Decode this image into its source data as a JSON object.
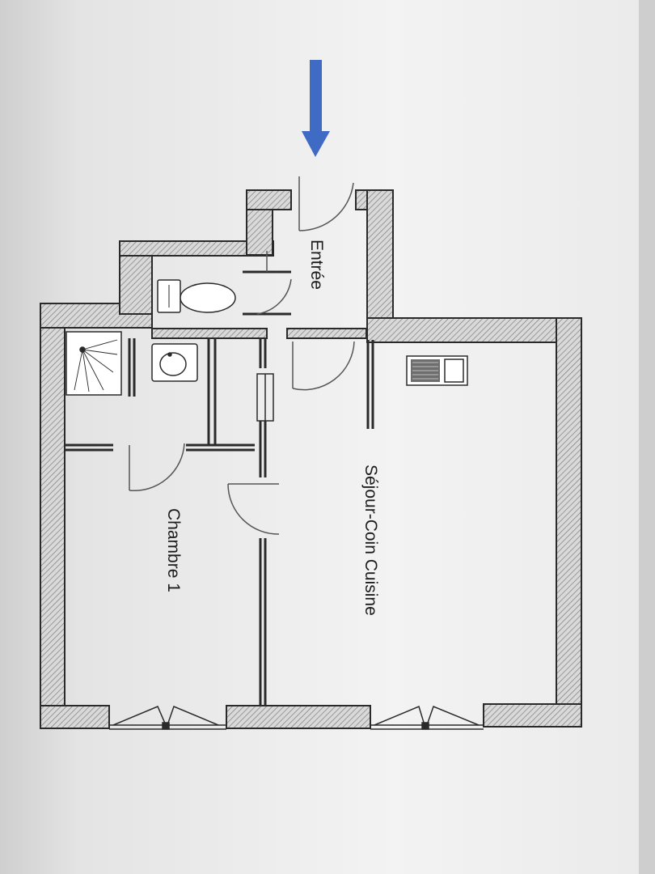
{
  "floor_plan": {
    "rooms": {
      "entry": "Entrée",
      "bedroom": "Chambre 1",
      "living_kitchen": "Séjour-Coin Cuisine"
    },
    "entrance_arrow_icon": "down-arrow-icon",
    "colors": {
      "paper": "#f1f1f1",
      "wall_line": "#2a2a2a",
      "wall_hatch": "#8a8a8a",
      "door_arc": "#555555",
      "arrow": "#3f6bc4"
    }
  }
}
